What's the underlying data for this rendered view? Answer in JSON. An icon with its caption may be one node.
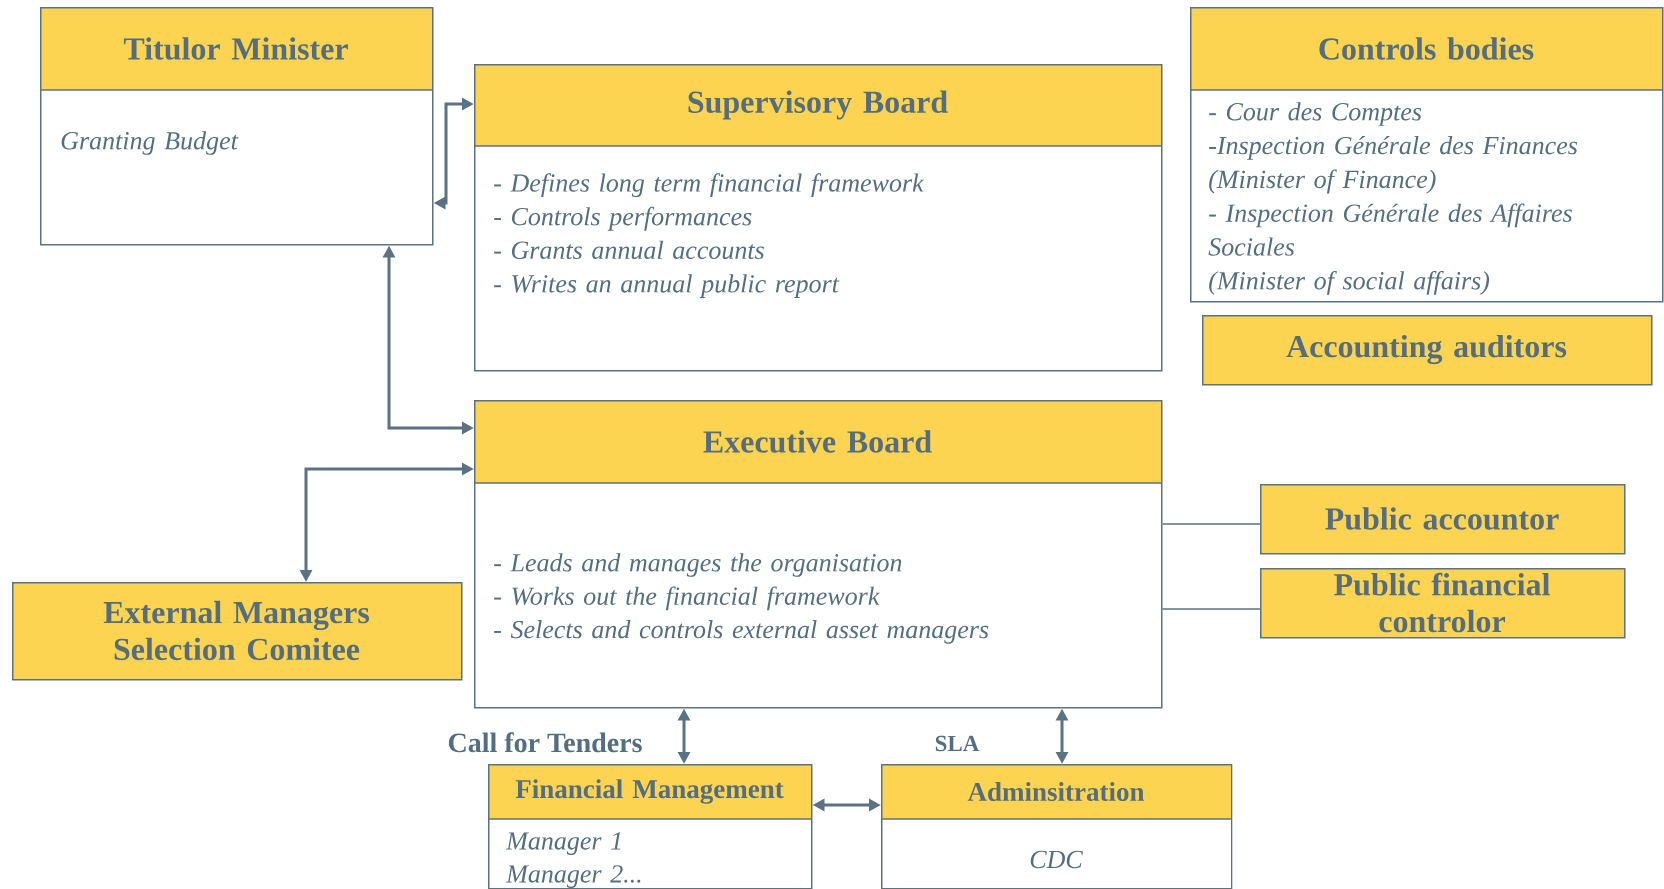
{
  "diagram": {
    "nodes": [
      {
        "text": [
          "Titulor Minister",
          "Granting Budget"
        ]
      },
      {
        "text": [
          "Supervisory Board",
          "- Defines long term financial framework",
          "- Controls performances",
          "- Grants annual accounts",
          "- Writes an annual public report"
        ]
      },
      {
        "text": [
          "Controls bodies",
          "- Cour des Comptes",
          "-Inspection Générale des Finances",
          "(Minister of Finance)",
          "- Inspection Générale des Affaires Sociales",
          "(Minister of social affairs)"
        ]
      },
      {
        "text": [
          "Accounting auditors"
        ]
      },
      {
        "text": [
          "Executive Board",
          "- Leads and manages the organisation",
          "- Works out the financial framework",
          "- Selects and controls external asset managers"
        ]
      },
      {
        "text": [
          "Public accountor"
        ]
      },
      {
        "text": [
          "Public financial controlor"
        ]
      },
      {
        "text": [
          "External Managers Selection Comitee"
        ]
      },
      {
        "text": [
          "Financial Management",
          "Manager 1",
          "Manager 2..."
        ]
      },
      {
        "text": [
          "Adminsitration",
          "CDC"
        ]
      }
    ],
    "edges": [
      {
        "from": 0,
        "to": 1,
        "arrow": "both"
      },
      {
        "from": 0,
        "to": 4,
        "arrow": "both"
      },
      {
        "from": 7,
        "to": 4,
        "arrow": "both"
      },
      {
        "from": 4,
        "to": 8,
        "arrow": "both",
        "label": "Call for Tenders"
      },
      {
        "from": 4,
        "to": 9,
        "arrow": "both",
        "label": "SLA"
      },
      {
        "from": 8,
        "to": 9,
        "arrow": "both"
      },
      {
        "from": 4,
        "to": 5,
        "arrow": "none"
      },
      {
        "from": 4,
        "to": 6,
        "arrow": "none"
      }
    ]
  }
}
